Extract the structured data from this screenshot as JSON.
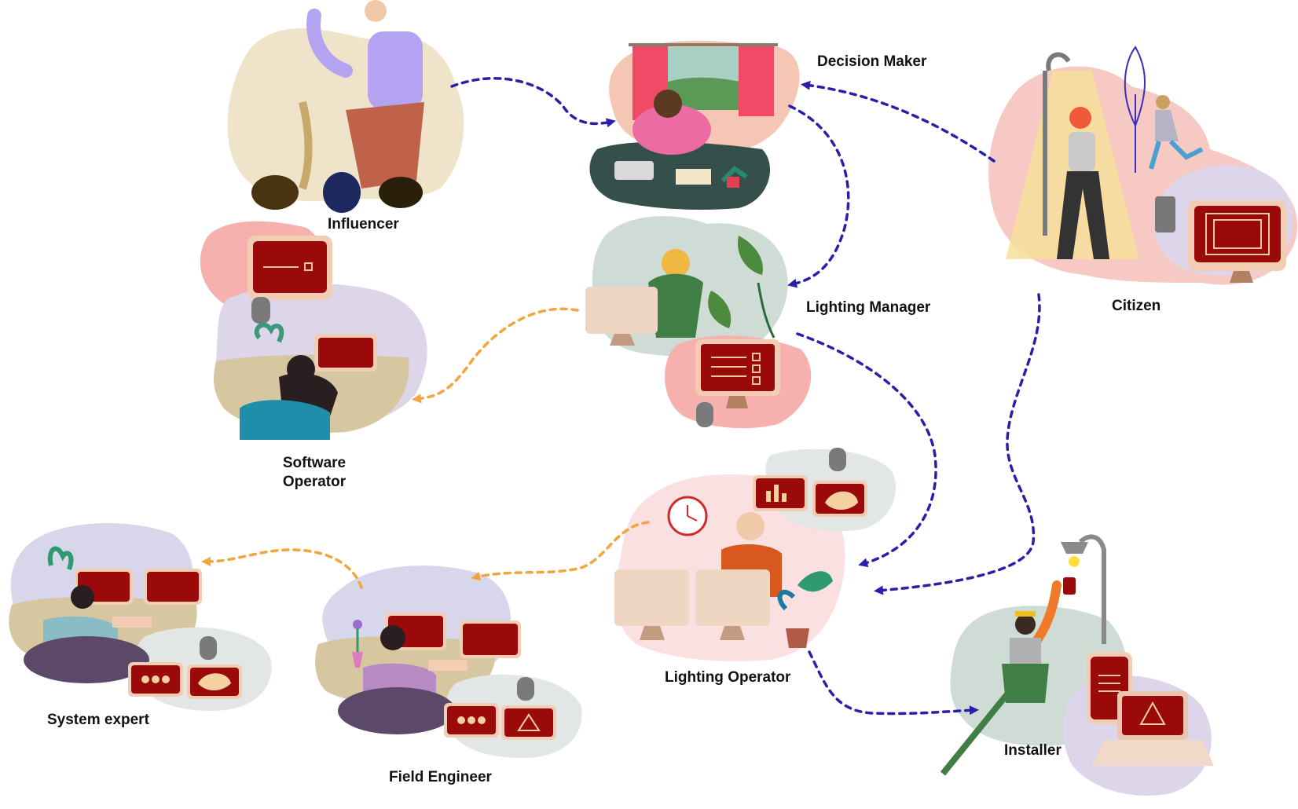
{
  "roles": {
    "influencer": "Influencer",
    "decision_maker": "Decision Maker",
    "citizen": "Citizen",
    "lighting_manager": "Lighting Manager",
    "software_operator_line1": "Software",
    "software_operator_line2": "Operator",
    "lighting_operator": "Lighting Operator",
    "system_expert": "System expert",
    "field_engineer": "Field Engineer",
    "installer": "Installer"
  },
  "colors": {
    "primary_arrow": "#2a1fa8",
    "secondary_arrow": "#f0a63c",
    "screen_red": "#9a0a0a",
    "screen_frame": "#f2cdb4",
    "blob_beige": "#efe3c9",
    "blob_peach": "#f6c6b4",
    "blob_pink": "#f6b0ae",
    "blob_lavender": "#ddd6ea",
    "blob_sage": "#cfdcd6",
    "blob_green_dark": "#35504a"
  }
}
